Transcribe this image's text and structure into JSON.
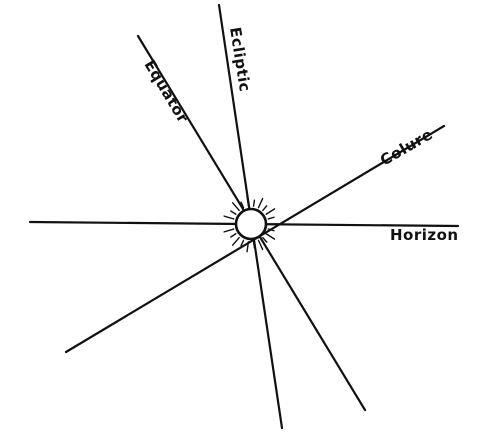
{
  "labels": {
    "ecliptic": "Ecliptic",
    "equator": "Equator",
    "colure": "Colure",
    "horizon": "Horizon"
  },
  "colors": {
    "ink": "#111111",
    "background": "#ffffff"
  },
  "icons": {
    "sun": "sun-icon"
  }
}
